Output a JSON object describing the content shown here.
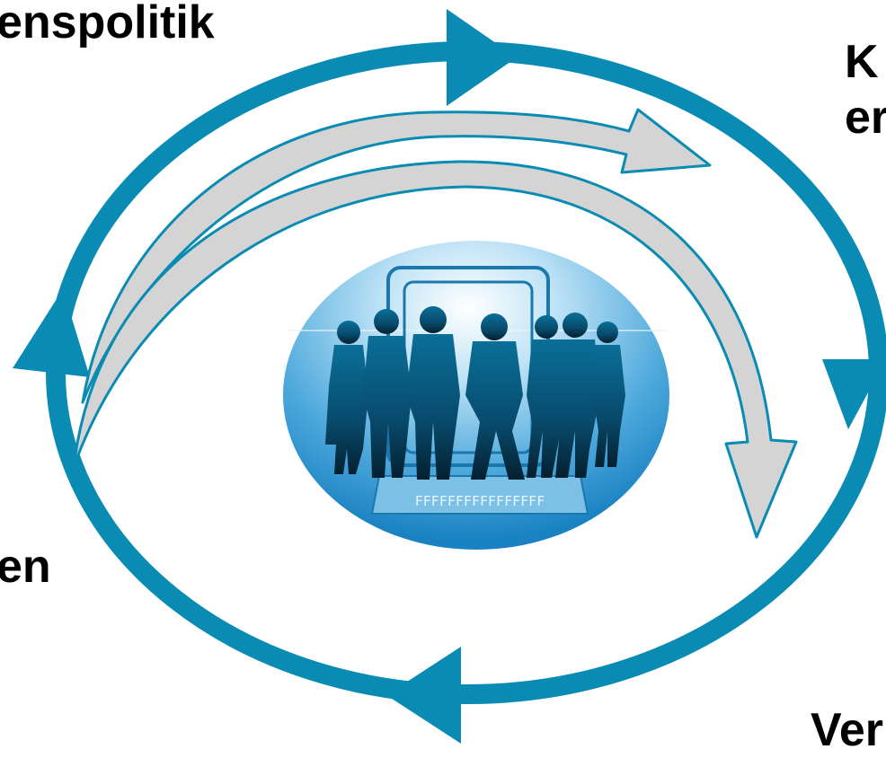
{
  "diagram": {
    "labels": {
      "top_left": "enspolitik",
      "top_right_line1": "K",
      "top_right_line2": "er",
      "left": "en",
      "bottom_right": "Ver"
    },
    "colors": {
      "cycle_ring": "#0a8bb3",
      "inner_arrows_fill": "#d4d4d4",
      "inner_arrows_stroke": "#0a8bb3",
      "globe_light": "#e6f3fb",
      "globe_dark": "#1f8ec8",
      "silhouette": "#0b3d5e",
      "text": "#000000"
    },
    "icons": [
      "cycle-ring-icon",
      "cycle-arrowhead-icon",
      "inner-arrow-icon",
      "people-computer-icon"
    ]
  }
}
